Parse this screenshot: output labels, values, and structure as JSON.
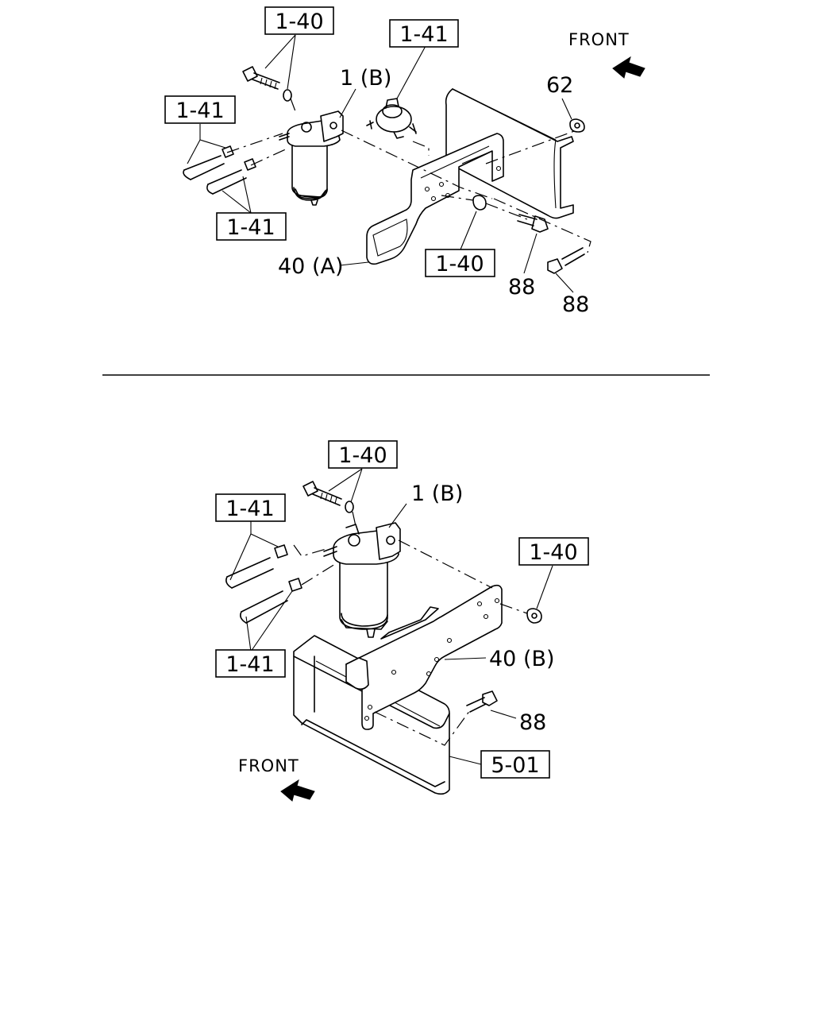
{
  "diagrams": [
    {
      "labels": {
        "ref_1_40_top": "1-40",
        "ref_1_41_center": "1-41",
        "ref_1_41_left": "1-41",
        "ref_1_41_lower": "1-41",
        "ref_1_40_nut": "1-40",
        "part_1b": "1 (B)",
        "part_62": "62",
        "part_40a": "40 (A)",
        "part_88_a": "88",
        "part_88_b": "88",
        "front": "FRONT"
      }
    },
    {
      "labels": {
        "ref_1_40_top": "1-40",
        "ref_1_41_upper": "1-41",
        "ref_1_41_lower": "1-41",
        "ref_1_40_nut": "1-40",
        "ref_5_01": "5-01",
        "part_1b": "1 (B)",
        "part_40b": "40 (B)",
        "part_88": "88",
        "front": "FRONT"
      }
    }
  ]
}
